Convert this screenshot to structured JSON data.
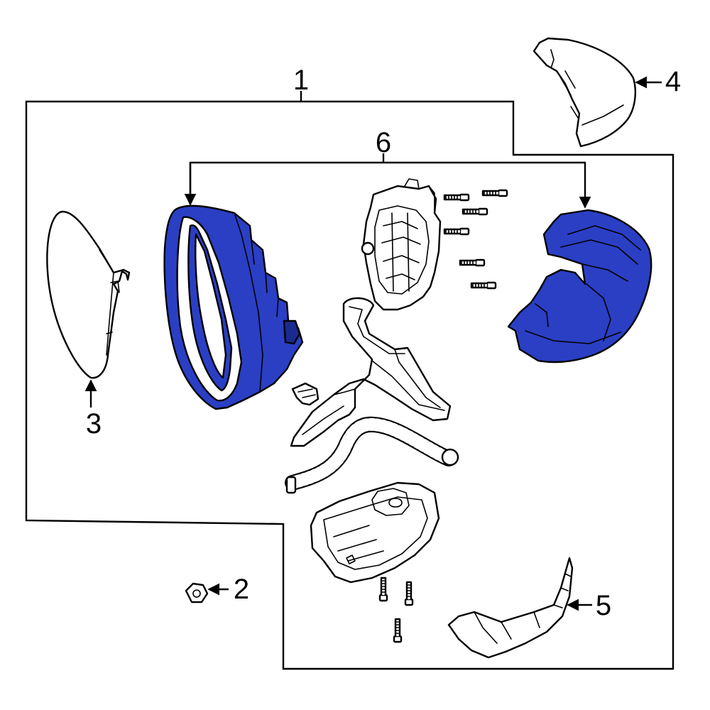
{
  "colors": {
    "highlight": "#2a3fc4",
    "highlight_dark": "#1b2a8e",
    "line": "#000000",
    "background": "#ffffff"
  },
  "callouts": {
    "c1": "1",
    "c2": "2",
    "c3": "3",
    "c4": "4",
    "c5": "5",
    "c6": "6"
  }
}
